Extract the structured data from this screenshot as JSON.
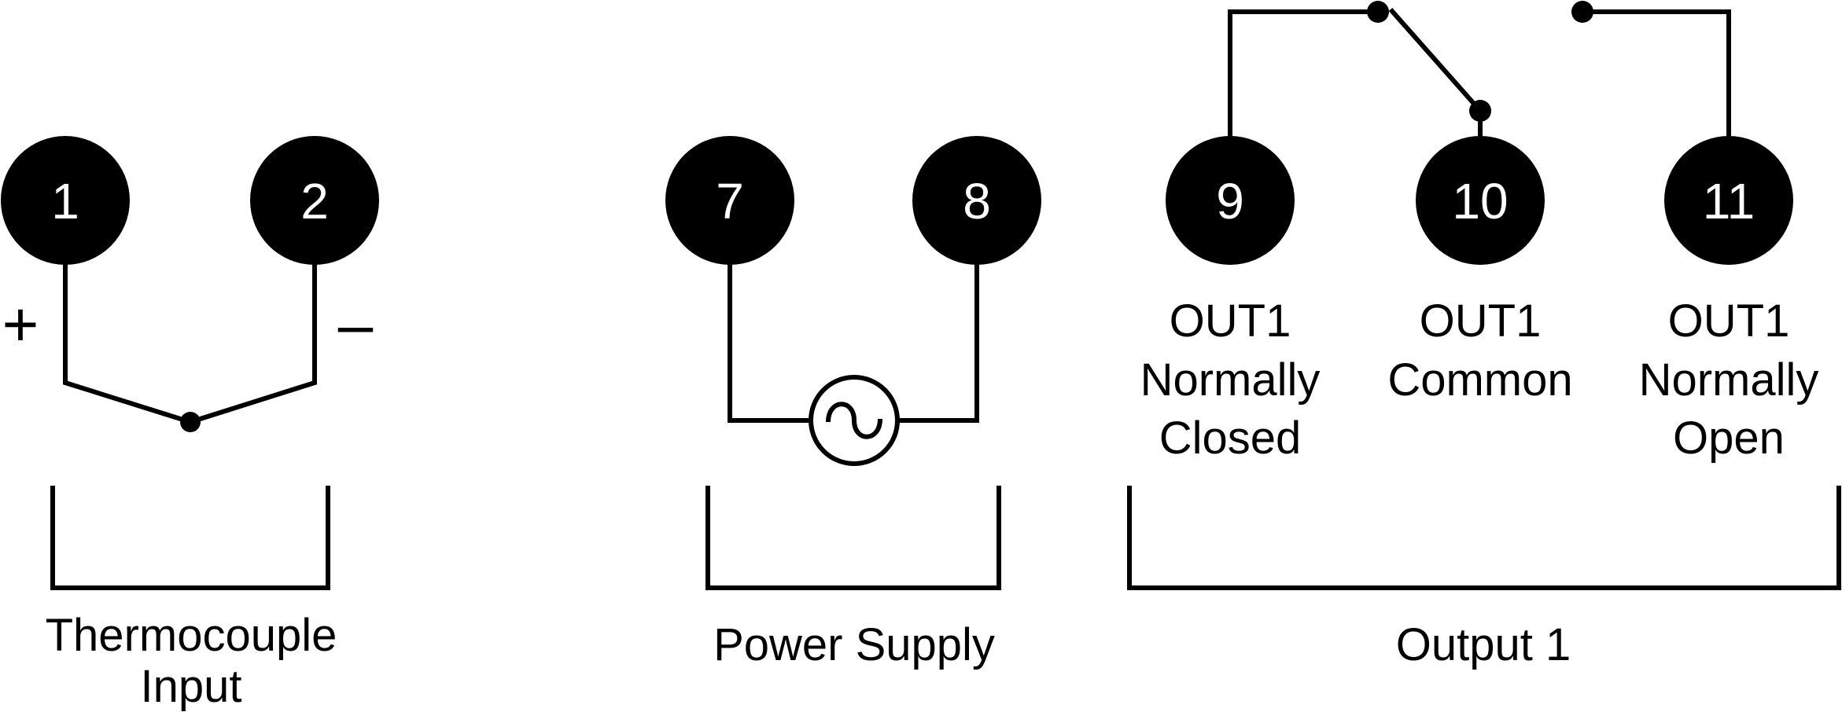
{
  "terminals": {
    "t1": "1",
    "t2": "2",
    "t7": "7",
    "t8": "8",
    "t9": "9",
    "t10": "10",
    "t11": "11"
  },
  "polarity": {
    "plus": "+",
    "minus": "–"
  },
  "contact_labels": {
    "nc": [
      "OUT1",
      "Normally",
      "Closed"
    ],
    "com": [
      "OUT1",
      "Common"
    ],
    "no": [
      "OUT1",
      "Normally",
      "Open"
    ]
  },
  "groups": {
    "thermocouple": [
      "Thermocouple",
      "Input"
    ],
    "power": "Power Supply",
    "output1": "Output 1"
  },
  "icons": {
    "ac_source": "ac-sine-source-icon",
    "relay_switch": "relay-switch-icon"
  },
  "colors": {
    "ink": "#000000",
    "terminal_text": "#ffffff",
    "background": "#ffffff"
  }
}
